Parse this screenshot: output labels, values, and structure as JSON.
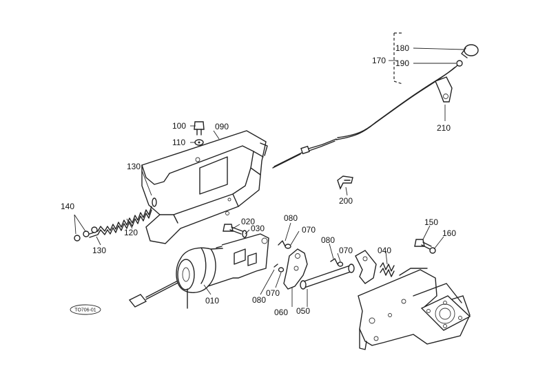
{
  "parts": [
    {
      "id": "p010",
      "label": "010"
    },
    {
      "id": "p020",
      "label": "020"
    },
    {
      "id": "p030",
      "label": "030"
    },
    {
      "id": "p040",
      "label": "040"
    },
    {
      "id": "p050",
      "label": "050"
    },
    {
      "id": "p060",
      "label": "060"
    },
    {
      "id": "p070a",
      "label": "070"
    },
    {
      "id": "p070b",
      "label": "070"
    },
    {
      "id": "p070c",
      "label": "070"
    },
    {
      "id": "p080a",
      "label": "080"
    },
    {
      "id": "p080b",
      "label": "080"
    },
    {
      "id": "p080c",
      "label": "080"
    },
    {
      "id": "p090",
      "label": "090"
    },
    {
      "id": "p100",
      "label": "100"
    },
    {
      "id": "p110",
      "label": "110"
    },
    {
      "id": "p120",
      "label": "120"
    },
    {
      "id": "p130a",
      "label": "130"
    },
    {
      "id": "p130b",
      "label": "130"
    },
    {
      "id": "p140",
      "label": "140"
    },
    {
      "id": "p150",
      "label": "150"
    },
    {
      "id": "p160",
      "label": "160"
    },
    {
      "id": "p170",
      "label": "170"
    },
    {
      "id": "p180",
      "label": "180"
    },
    {
      "id": "p190",
      "label": "190"
    },
    {
      "id": "p200",
      "label": "200"
    },
    {
      "id": "p210",
      "label": "210"
    }
  ],
  "drawing_code": "TO706-01"
}
